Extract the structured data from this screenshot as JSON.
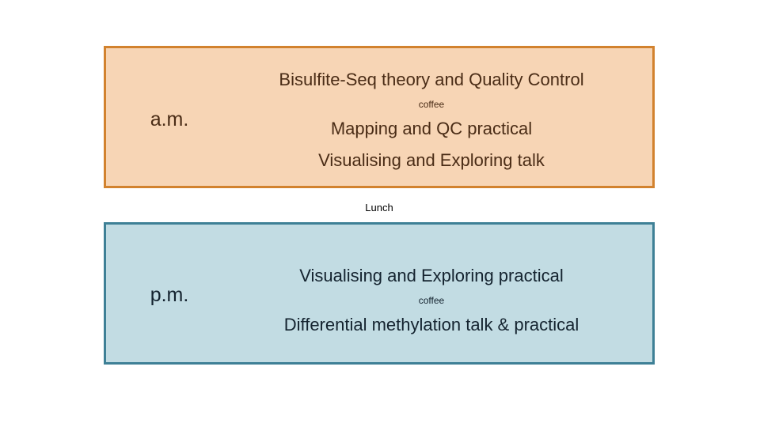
{
  "schedule": {
    "am_session": {
      "period_label": "a.m.",
      "fill_color": "#F7D5B5",
      "border_color": "#D2822E",
      "text_color": "#4A2C16",
      "lines": [
        {
          "text": "Bisulfite-Seq theory and Quality Control",
          "kind": "talk"
        },
        {
          "text": "coffee",
          "kind": "break"
        },
        {
          "text": "Mapping and QC practical",
          "kind": "talk"
        },
        {
          "text": "Visualising and Exploring talk",
          "kind": "talk"
        }
      ]
    },
    "midday_break": {
      "label": "Lunch"
    },
    "pm_session": {
      "period_label": "p.m.",
      "fill_color": "#C2DCE3",
      "border_color": "#3E8096",
      "text_color": "#14232F",
      "lines": [
        {
          "text": "Visualising and Exploring practical",
          "kind": "talk"
        },
        {
          "text": "coffee",
          "kind": "break"
        },
        {
          "text": "Differential methylation talk & practical",
          "kind": "talk"
        }
      ]
    }
  }
}
